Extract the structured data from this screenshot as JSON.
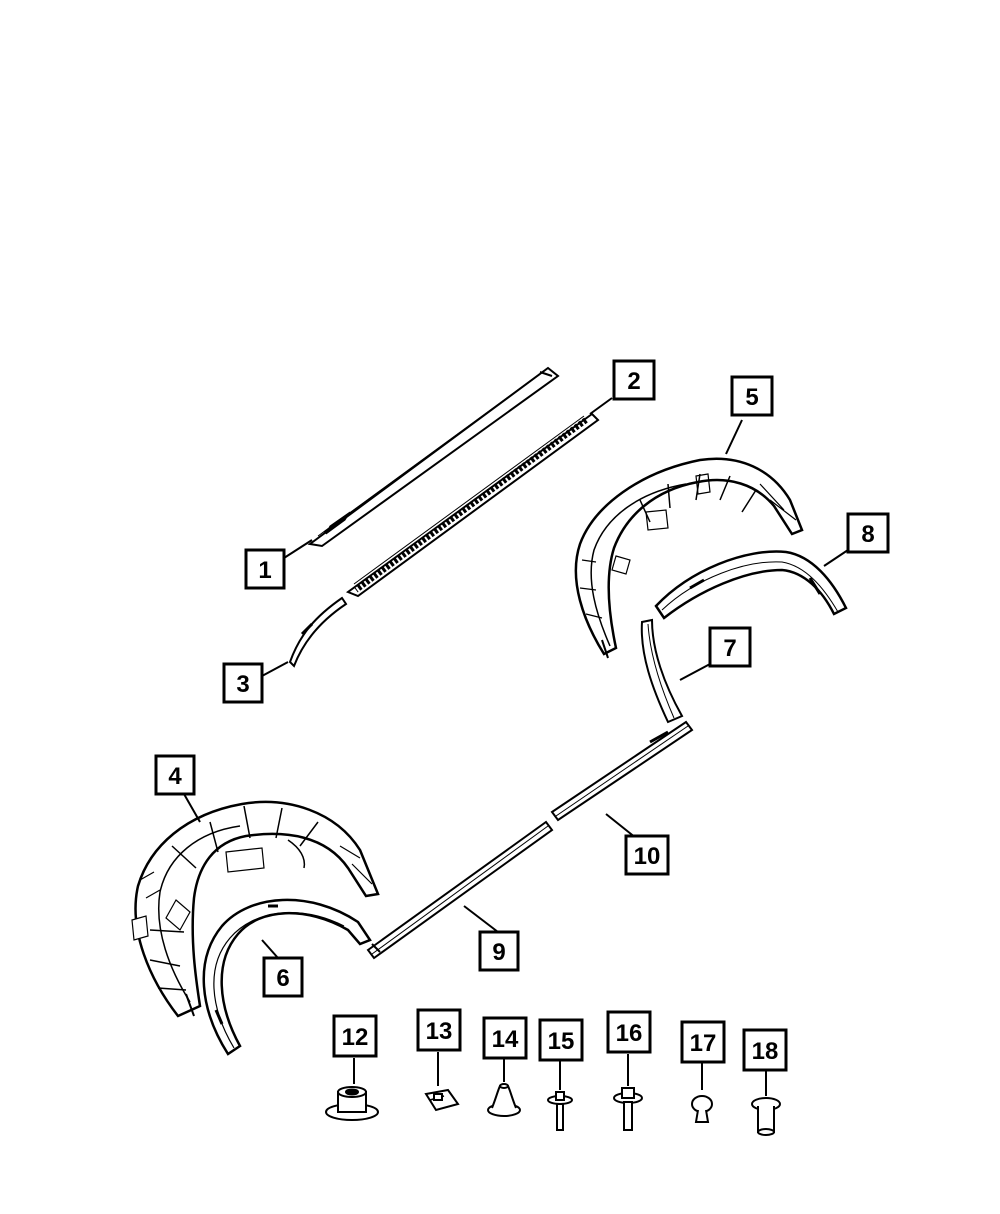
{
  "diagram": {
    "colors": {
      "ink": "#000000",
      "paper": "#ffffff",
      "shade": "#d8d8d8"
    },
    "callouts": [
      {
        "id": "1",
        "text": "1"
      },
      {
        "id": "2",
        "text": "2"
      },
      {
        "id": "3",
        "text": "3"
      },
      {
        "id": "4",
        "text": "4"
      },
      {
        "id": "5",
        "text": "5"
      },
      {
        "id": "6",
        "text": "6"
      },
      {
        "id": "7",
        "text": "7"
      },
      {
        "id": "8",
        "text": "8"
      },
      {
        "id": "9",
        "text": "9"
      },
      {
        "id": "10",
        "text": "10"
      },
      {
        "id": "12",
        "text": "12"
      },
      {
        "id": "13",
        "text": "13"
      },
      {
        "id": "14",
        "text": "14"
      },
      {
        "id": "15",
        "text": "15"
      },
      {
        "id": "16",
        "text": "16"
      },
      {
        "id": "17",
        "text": "17"
      },
      {
        "id": "18",
        "text": "18"
      }
    ]
  }
}
